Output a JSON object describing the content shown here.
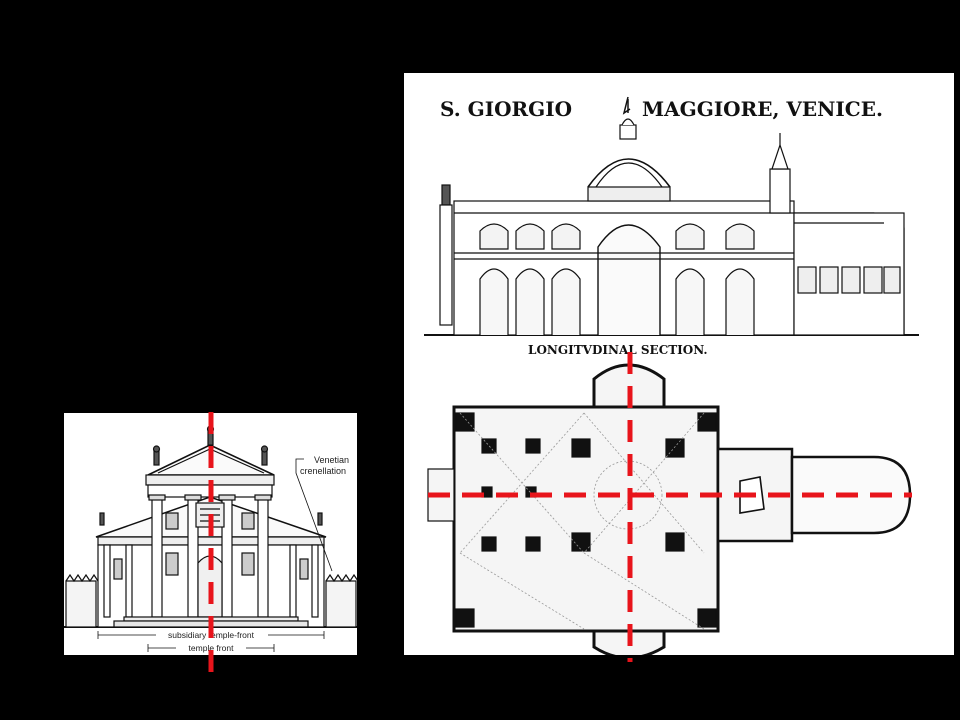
{
  "facade": {
    "label_venetian": "Venetian",
    "label_crenellation": "crenellation",
    "label_subsidiary": "subsidiary temple-front",
    "label_temple": "temple front"
  },
  "plan": {
    "title_left": "S. GIORGIO",
    "title_right": "MAGGIORE, VENICE.",
    "section_label": "LONGITVDINAL  SECTION."
  },
  "colors": {
    "background": "#000000",
    "axis_red": "#e8141b",
    "ink": "#111111"
  }
}
